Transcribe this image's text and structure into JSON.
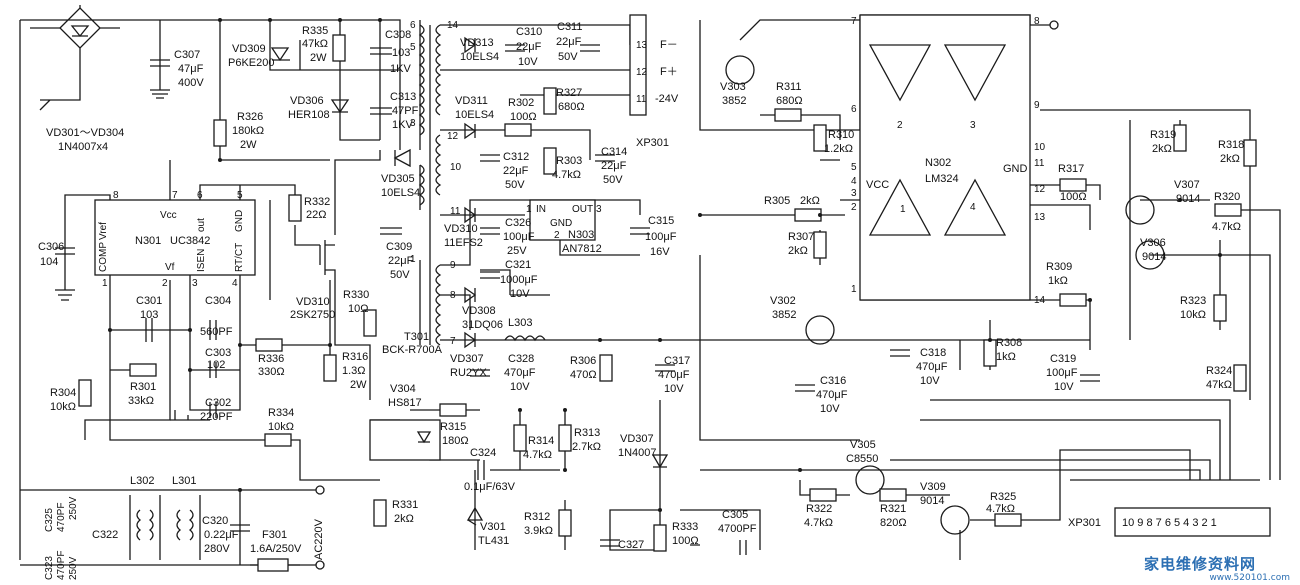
{
  "labels": {
    "C307": "C307",
    "C307v": "47μF",
    "C307r": "400V",
    "VD309": "VD309",
    "VD309t": "P6KE200",
    "R335": "R335",
    "R335v": "47kΩ",
    "R335p": "2W",
    "C308": "C308",
    "C308v": "103",
    "C308r": "1KV",
    "VD306": "VD306",
    "VD306t": "HER108",
    "C313": "C313",
    "C313v": "47PF",
    "C313r": "1KV",
    "R326": "R326",
    "R326v": "180kΩ",
    "R326p": "2W",
    "VD301": "VD301～VD304",
    "VD301t": "1N4007x4",
    "N301": "N301",
    "UC3842": "UC3842",
    "vref": "Vref",
    "vcc": "Vcc",
    "out": "out",
    "gnd": "GND",
    "comp": "COMP",
    "vf": "Vf",
    "isen": "ISEN",
    "rtct": "RT/CT",
    "p8": "8",
    "p7": "7",
    "p6": "6",
    "p5": "5",
    "p1": "1",
    "p2": "2",
    "p3": "3",
    "p4": "4",
    "R332": "R332",
    "R332v": "22Ω",
    "C306": "C306",
    "C306v": "104",
    "C301": "C301",
    "C301v": "103",
    "C304": "C304",
    "C304v": "560PF",
    "C303": "C303",
    "C303v": "102",
    "R336": "R336",
    "R336v": "330Ω",
    "R301": "R301",
    "R301v": "33kΩ",
    "C302": "C302",
    "C302v": "220PF",
    "R304": "R304",
    "R304v": "10kΩ",
    "R334": "R334",
    "R334v": "10kΩ",
    "VD310b": "VD310",
    "VD310bt": "2SK2750",
    "R330": "R330",
    "R330v": "10Ω",
    "R316": "R316",
    "R316v": "1.3Ω",
    "R316p": "2W",
    "VD305": "VD305",
    "VD305t": "10ELS4",
    "C309": "C309",
    "C309v": "22μF",
    "C309r": "50V",
    "T301": "T301",
    "T301t": "BCK-R700A",
    "w14": "14",
    "w12": "12",
    "w10": "10",
    "w11": "11",
    "w9": "9",
    "w8": "8",
    "w7": "7",
    "w6": "6",
    "w5": "5",
    "w3": "3",
    "w1": "1",
    "VD313": "VD313",
    "VD313t": "10ELS4",
    "C310": "C310",
    "C310v": "22μF",
    "C310r": "10V",
    "C311": "C311",
    "C311v": "22μF",
    "C311r": "50V",
    "VD311": "VD311",
    "VD311t": "10ELS4",
    "R302": "R302",
    "R302v": "100Ω",
    "R327": "R327",
    "R327v": "680Ω",
    "C312": "C312",
    "C312v": "22μF",
    "C312r": "50V",
    "R303": "R303",
    "R303v": "4.7kΩ",
    "C314": "C314",
    "C314v": "22μF",
    "C314r": "50V",
    "xp13": "13",
    "xp12": "12",
    "xp11": "11",
    "fm": "F－",
    "fp": "F＋",
    "m24": "-24V",
    "XP301": "XP301",
    "VD310": "VD310",
    "VD310t": "11EFS2",
    "C326": "C326",
    "C326v": "100μF",
    "C326r": "25V",
    "in": "IN",
    "gndr": "GND",
    "outr": "OUT",
    "r1": "1",
    "r2": "2",
    "r3": "3",
    "N303": "N303",
    "AN7812": "AN7812",
    "C315": "C315",
    "C315v": "100μF",
    "C315r": "16V",
    "C321": "C321",
    "C321v": "1000μF",
    "C321r": "10V",
    "VD308": "VD308",
    "VD308t": "31DQ06",
    "L303": "L303",
    "VD307a": "VD307",
    "VD307at": "RU2YX",
    "C328": "C328",
    "C328v": "470μF",
    "C328r": "10V",
    "R306": "R306",
    "R306v": "470Ω",
    "C317": "C317",
    "C317v": "470μF",
    "C317r": "10V",
    "V304": "V304",
    "V304t": "HS817",
    "R315": "R315",
    "R315v": "180Ω",
    "C324": "C324",
    "C324v": "0.1μF/63V",
    "R314": "R314",
    "R314v": "4.7kΩ",
    "R313": "R313",
    "R313v": "2.7kΩ",
    "VD307b": "VD307",
    "VD307bt": "1N4007",
    "R331": "R331",
    "R331v": "2kΩ",
    "V301": "V301",
    "V301t": "TL431",
    "R312": "R312",
    "R312v": "3.9kΩ",
    "C327": "C327",
    "R333": "R333",
    "R333v": "100Ω",
    "C305": "C305",
    "C305v": "4700PF",
    "L302": "L302",
    "L301": "L301",
    "C325": "C325",
    "C325v": "470PF",
    "C325r": "250V",
    "C323": "C323",
    "C323v": "470PF",
    "C323r": "250V",
    "C322": "C322",
    "C320": "C320",
    "C320v": "0.22μF",
    "C320r": "280V",
    "F301": "F301",
    "F301v": "1.6A/250V",
    "AC220": "AC220V",
    "V303": "V303",
    "V303t": "3852",
    "R311": "R311",
    "R311v": "680Ω",
    "R310": "R310",
    "R310v": "1.2kΩ",
    "R305": "R305",
    "R305v": "2kΩ",
    "R307": "R307",
    "R307v": "2kΩ",
    "N302": "N302",
    "LM324": "LM324",
    "vccn": "VCC",
    "gndn": "GND",
    "n7": "7",
    "n8": "8",
    "n6": "6",
    "n5": "5",
    "n4": "4",
    "n3": "3",
    "n2": "2",
    "n1": "1",
    "n9": "9",
    "n10": "10",
    "n11": "11",
    "n12": "12",
    "n13": "13",
    "n14": "14",
    "a1": "1",
    "a2": "2",
    "a3": "3",
    "a4": "4",
    "R317": "R317",
    "R317v": "100Ω",
    "R309": "R309",
    "R309v": "1kΩ",
    "V302": "V302",
    "V302t": "3852",
    "C318": "C318",
    "C318v": "470μF",
    "C318r": "10V",
    "C316": "C316",
    "C316v": "470μF",
    "C316r": "10V",
    "R308": "R308",
    "R308v": "1kΩ",
    "C319": "C319",
    "C319v": "100μF",
    "C319r": "10V",
    "R319": "R319",
    "R319v": "2kΩ",
    "R318": "R318",
    "R318v": "2kΩ",
    "V307": "V307",
    "V307t": "9014",
    "R320": "R320",
    "R320v": "4.7kΩ",
    "V306": "V306",
    "V306t": "9014",
    "R323": "R323",
    "R323v": "10kΩ",
    "R324": "R324",
    "R324v": "47kΩ",
    "V305": "V305",
    "V305t": "C8550",
    "R322": "R322",
    "R322v": "4.7kΩ",
    "R321": "R321",
    "R321v": "820Ω",
    "V309": "V309",
    "V309t": "9014",
    "R325": "R325",
    "R325v": "4.7kΩ",
    "XP301b": "XP301",
    "pins": "10 9 8 7 6 5 4 3 2 1"
  },
  "watermark": {
    "title": "家电维修资料网",
    "url": "www.520101.com"
  }
}
